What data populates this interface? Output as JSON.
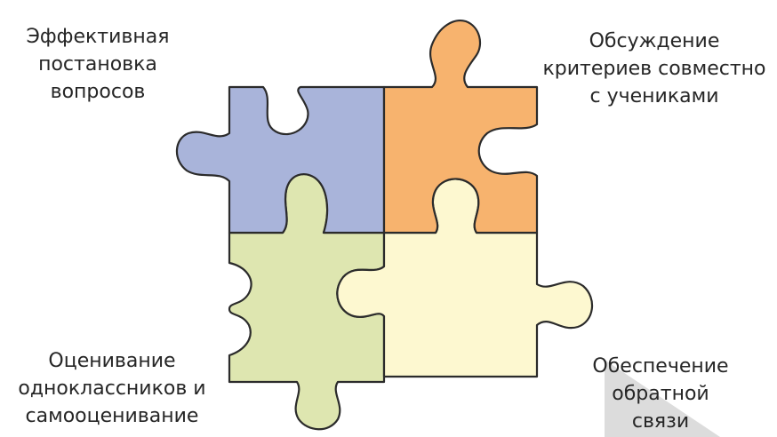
{
  "pieces": [
    {
      "id": "top-left",
      "color": "#a9b4da",
      "lines": [
        "Эффективная",
        "постановка",
        "вопросов"
      ]
    },
    {
      "id": "top-right",
      "color": "#f7b36e",
      "lines": [
        "Обсуждение",
        "критериев совместно",
        "с учениками"
      ]
    },
    {
      "id": "bottom-left",
      "color": "#dee6b0",
      "lines": [
        "Оценивание",
        "одноклассников и",
        "самооценивание"
      ]
    },
    {
      "id": "bottom-right",
      "color": "#fdf8d0",
      "lines": [
        "Обеспечение",
        "обратной",
        "связи"
      ]
    }
  ],
  "outline_color": "#2b2b2b",
  "text_color": "#262626",
  "shadow_color": "#dcdcdc"
}
